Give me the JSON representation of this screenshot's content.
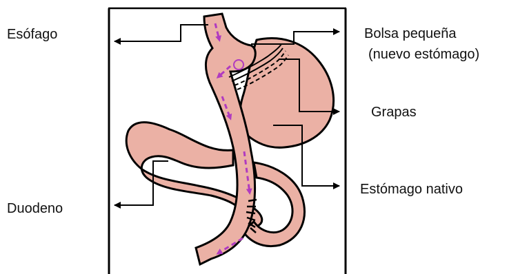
{
  "labels": {
    "esophagus": "Esófago",
    "small_pouch_line1": "Bolsa pequeña",
    "small_pouch_line2": "(nuevo estómago)",
    "staples": "Grapas",
    "native_stomach": "Estómago nativo",
    "duodenum": "Duodeno"
  },
  "colors": {
    "tissue_fill": "#ebb1a5",
    "outline": "#000000",
    "flow_arrows": "#b03ac0",
    "frame": "#000000",
    "leader_lines": "#000000"
  }
}
